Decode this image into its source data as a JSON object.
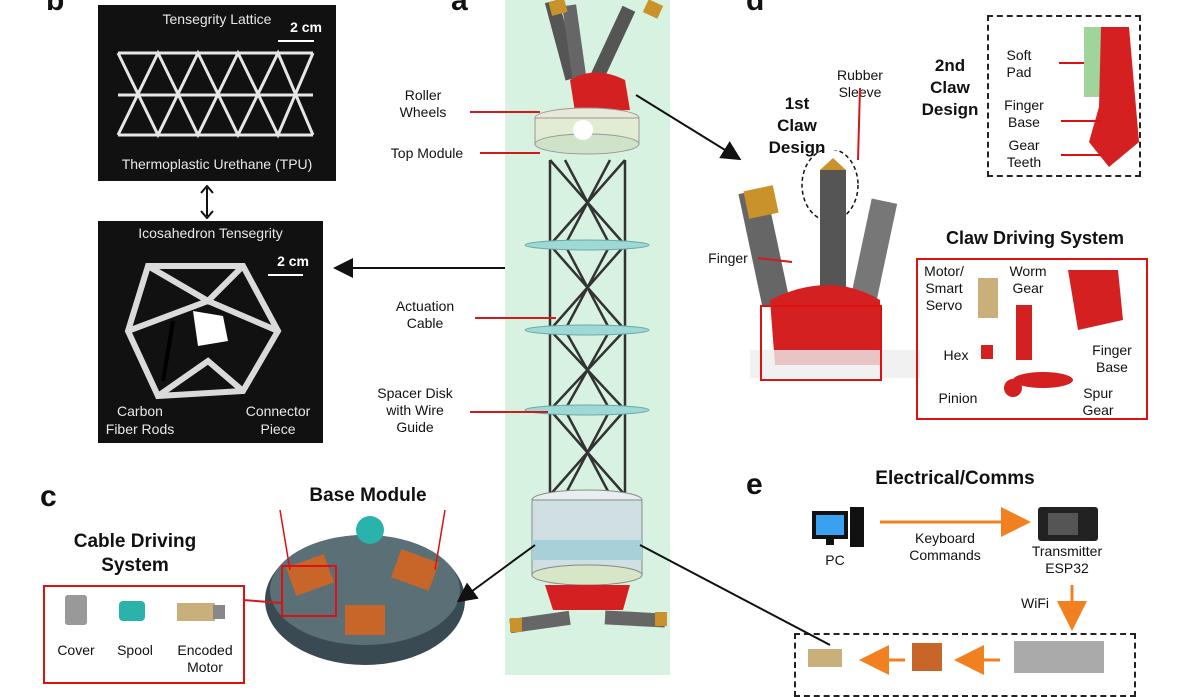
{
  "panels": {
    "a": {
      "letter": "a",
      "labels": {
        "roller_wheels": "Roller\nWheels",
        "top_module": "Top Module",
        "actuation_cable": "Actuation\nCable",
        "spacer_disk": "Spacer Disk\nwith Wire\nGuide"
      }
    },
    "b": {
      "letter": "b",
      "lattice_caption": "Tensegrity Lattice",
      "lattice_scale": "2 cm",
      "tpu_caption": "Thermoplastic Urethane (TPU)",
      "icosa_caption": "Icosahedron Tensegrity",
      "icosa_scale": "2 cm",
      "carbon_label": "Carbon\nFiber Rods",
      "connector_label": "Connector\nPiece"
    },
    "c": {
      "letter": "c",
      "base_module": "Base Module",
      "cable_driving": "Cable Driving\nSystem",
      "cover": "Cover",
      "spool": "Spool",
      "encoded_motor": "Encoded\nMotor"
    },
    "d": {
      "letter": "d",
      "first_claw": "1st\nClaw\nDesign",
      "rubber_sleeve": "Rubber\nSleeve",
      "second_claw": "2nd\nClaw\nDesign",
      "soft_pad": "Soft\nPad",
      "finger_base": "Finger\nBase",
      "gear_teeth": "Gear\nTeeth",
      "finger": "Finger",
      "claw_driving": "Claw Driving System",
      "motor_servo": "Motor/\nSmart\nServo",
      "worm_gear": "Worm\nGear",
      "hex": "Hex",
      "finger_base_2": "Finger\nBase",
      "pinion": "Pinion",
      "spur_gear": "Spur\nGear"
    },
    "e": {
      "letter": "e",
      "title": "Electrical/Comms",
      "pc": "PC",
      "keyboard": "Keyboard\nCommands",
      "transmitter": "Transmitter\nESP32",
      "wifi": "WiFi"
    }
  },
  "colors": {
    "arrow_red": "#d11a1a",
    "arrow_orange": "#f08020",
    "robot_bg": "#d8f2e2",
    "claw_red": "#d42020"
  }
}
